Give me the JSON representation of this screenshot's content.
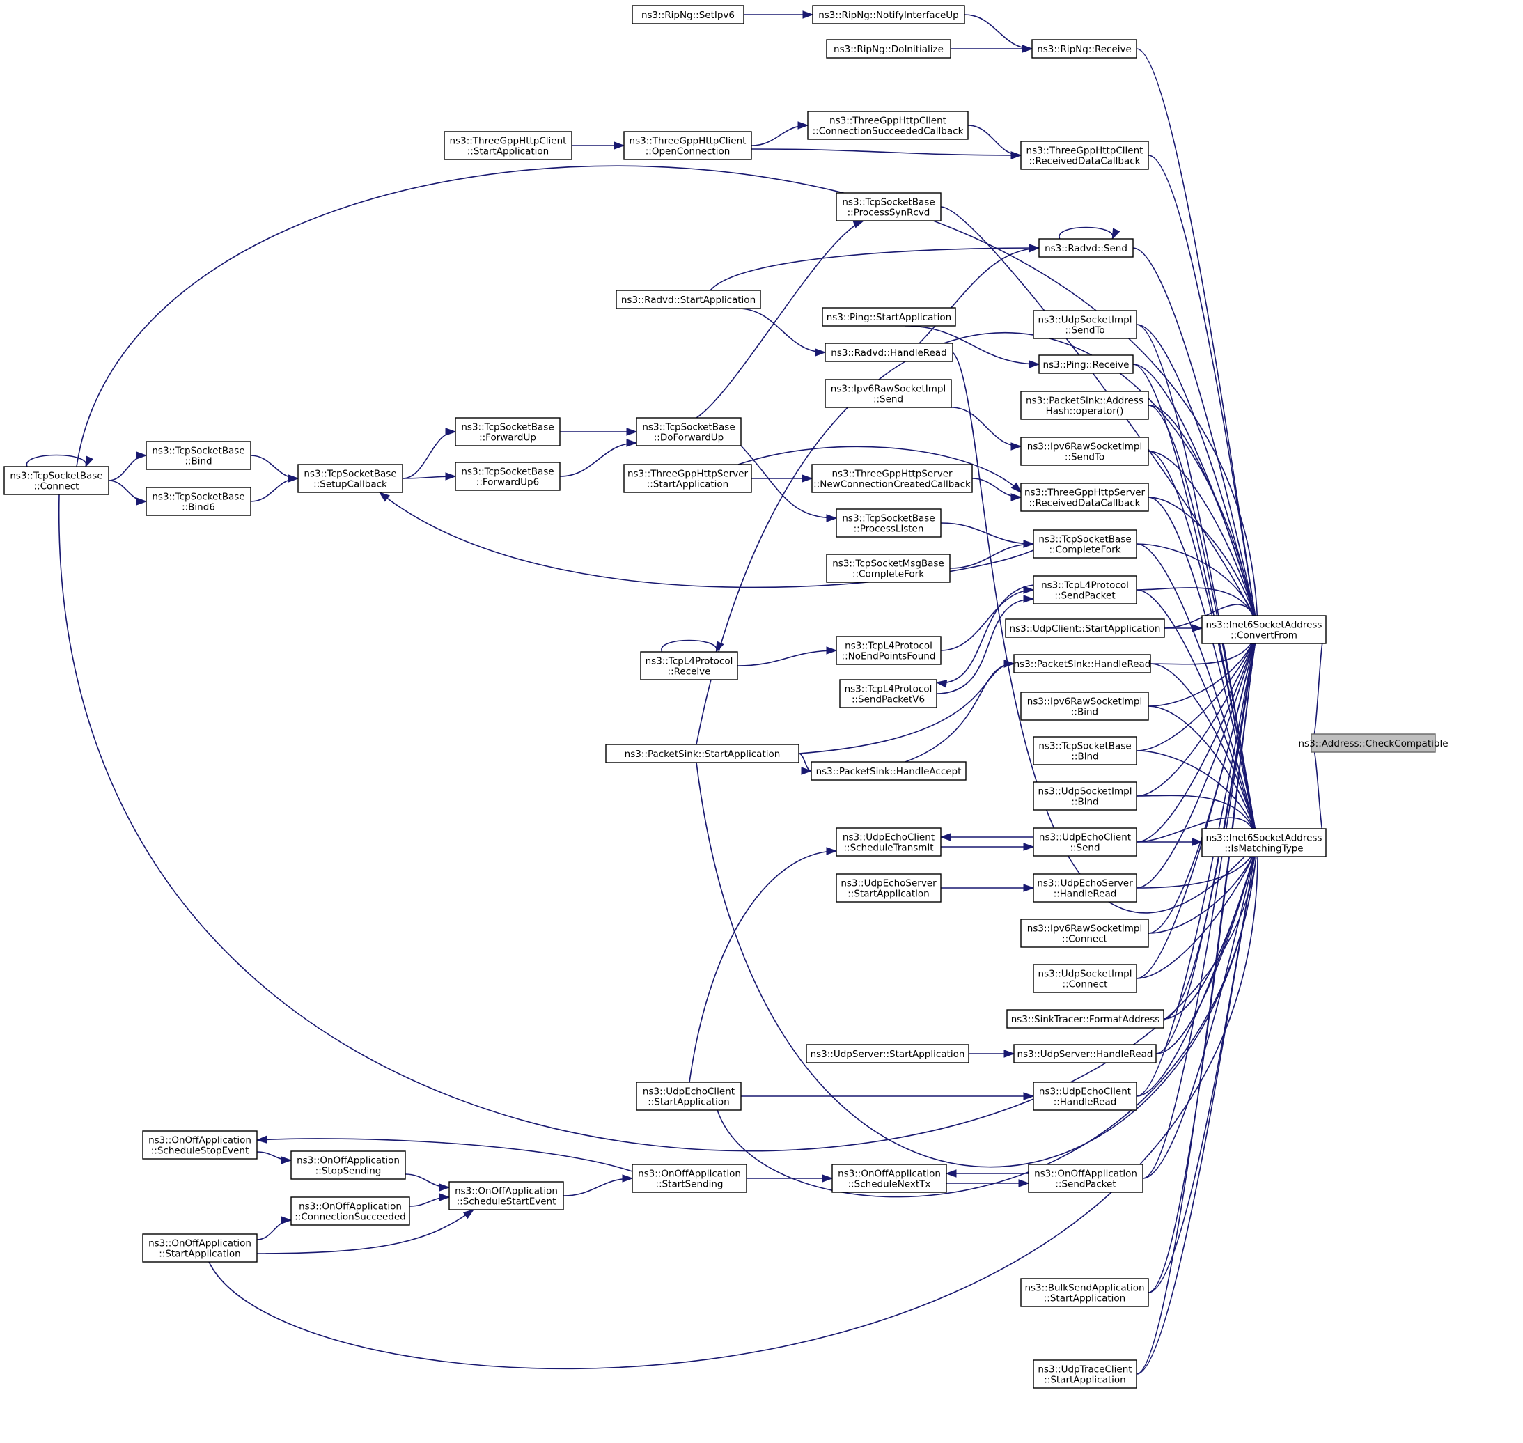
{
  "diagram": {
    "target": "cc",
    "nodes": [
      {
        "id": "cc",
        "lines": [
          "ns3::Address::CheckCompatible"
        ],
        "highlight": true
      },
      {
        "id": "cf",
        "lines": [
          "ns3::Inet6SocketAddress",
          "::ConvertFrom"
        ]
      },
      {
        "id": "im",
        "lines": [
          "ns3::Inet6SocketAddress",
          "::IsMatchingType"
        ]
      },
      {
        "id": "ripSetIpv6",
        "lines": [
          "ns3::RipNg::SetIpv6"
        ]
      },
      {
        "id": "ripNotify",
        "lines": [
          "ns3::RipNg::NotifyInterfaceUp"
        ]
      },
      {
        "id": "ripDoInit",
        "lines": [
          "ns3::RipNg::DoInitialize"
        ]
      },
      {
        "id": "ripRecv",
        "lines": [
          "ns3::RipNg::Receive"
        ]
      },
      {
        "id": "hcStart",
        "lines": [
          "ns3::ThreeGppHttpClient",
          "::StartApplication"
        ]
      },
      {
        "id": "hcOpen",
        "lines": [
          "ns3::ThreeGppHttpClient",
          "::OpenConnection"
        ]
      },
      {
        "id": "hcConnOk",
        "lines": [
          "ns3::ThreeGppHttpClient",
          "::ConnectionSucceededCallback"
        ]
      },
      {
        "id": "hcRecvData",
        "lines": [
          "ns3::ThreeGppHttpClient",
          "::ReceivedDataCallback"
        ]
      },
      {
        "id": "tcpSynRcvd",
        "lines": [
          "ns3::TcpSocketBase",
          "::ProcessSynRcvd"
        ]
      },
      {
        "id": "radvdSend",
        "lines": [
          "ns3::Radvd::Send"
        ]
      },
      {
        "id": "radvdStart",
        "lines": [
          "ns3::Radvd::StartApplication"
        ]
      },
      {
        "id": "pingStart",
        "lines": [
          "ns3::Ping::StartApplication"
        ]
      },
      {
        "id": "udpSendTo",
        "lines": [
          "ns3::UdpSocketImpl",
          "::SendTo"
        ]
      },
      {
        "id": "radvdRead",
        "lines": [
          "ns3::Radvd::HandleRead"
        ]
      },
      {
        "id": "pingRecv",
        "lines": [
          "ns3::Ping::Receive"
        ]
      },
      {
        "id": "rawSend",
        "lines": [
          "ns3::Ipv6RawSocketImpl",
          "::Send"
        ]
      },
      {
        "id": "sinkHash",
        "lines": [
          "ns3::PacketSink::Address",
          "Hash::operator()"
        ]
      },
      {
        "id": "tcpFwdUp",
        "lines": [
          "ns3::TcpSocketBase",
          "::ForwardUp"
        ]
      },
      {
        "id": "tcpDoFwd",
        "lines": [
          "ns3::TcpSocketBase",
          "::DoForwardUp"
        ]
      },
      {
        "id": "rawSendTo",
        "lines": [
          "ns3::Ipv6RawSocketImpl",
          "::SendTo"
        ]
      },
      {
        "id": "tcpConnect",
        "lines": [
          "ns3::TcpSocketBase",
          "::Connect"
        ]
      },
      {
        "id": "tcpBind",
        "lines": [
          "ns3::TcpSocketBase",
          "::Bind"
        ]
      },
      {
        "id": "tcpSetupCb",
        "lines": [
          "ns3::TcpSocketBase",
          "::SetupCallback"
        ]
      },
      {
        "id": "tcpBind6",
        "lines": [
          "ns3::TcpSocketBase",
          "::Bind6"
        ]
      },
      {
        "id": "tcpFwdUp6",
        "lines": [
          "ns3::TcpSocketBase",
          "::ForwardUp6"
        ]
      },
      {
        "id": "hsStart",
        "lines": [
          "ns3::ThreeGppHttpServer",
          "::StartApplication"
        ]
      },
      {
        "id": "hsNewConn",
        "lines": [
          "ns3::ThreeGppHttpServer",
          "::NewConnectionCreatedCallback"
        ]
      },
      {
        "id": "hsRecvData",
        "lines": [
          "ns3::ThreeGppHttpServer",
          "::ReceivedDataCallback"
        ]
      },
      {
        "id": "tcpListen",
        "lines": [
          "ns3::TcpSocketBase",
          "::ProcessListen"
        ]
      },
      {
        "id": "tcpFork",
        "lines": [
          "ns3::TcpSocketBase",
          "::CompleteFork"
        ]
      },
      {
        "id": "msgFork",
        "lines": [
          "ns3::TcpSocketMsgBase",
          "::CompleteFork"
        ]
      },
      {
        "id": "l4Send",
        "lines": [
          "ns3::TcpL4Protocol",
          "::SendPacket"
        ]
      },
      {
        "id": "udpClientStart",
        "lines": [
          "ns3::UdpClient::StartApplication"
        ]
      },
      {
        "id": "l4Recv",
        "lines": [
          "ns3::TcpL4Protocol",
          "::Receive"
        ]
      },
      {
        "id": "l4NoEp",
        "lines": [
          "ns3::TcpL4Protocol",
          "::NoEndPointsFound"
        ]
      },
      {
        "id": "sinkRead",
        "lines": [
          "ns3::PacketSink::HandleRead"
        ]
      },
      {
        "id": "l4SendV6",
        "lines": [
          "ns3::TcpL4Protocol",
          "::SendPacketV6"
        ]
      },
      {
        "id": "rawBind",
        "lines": [
          "ns3::Ipv6RawSocketImpl",
          "::Bind"
        ]
      },
      {
        "id": "sinkStart",
        "lines": [
          "ns3::PacketSink::StartApplication"
        ]
      },
      {
        "id": "tcpBindR",
        "lines": [
          "ns3::TcpSocketBase",
          "::Bind"
        ]
      },
      {
        "id": "sinkAccept",
        "lines": [
          "ns3::PacketSink::HandleAccept"
        ]
      },
      {
        "id": "udpBind",
        "lines": [
          "ns3::UdpSocketImpl",
          "::Bind"
        ]
      },
      {
        "id": "echoSched",
        "lines": [
          "ns3::UdpEchoClient",
          "::ScheduleTransmit"
        ]
      },
      {
        "id": "echoSend",
        "lines": [
          "ns3::UdpEchoClient",
          "::Send"
        ]
      },
      {
        "id": "echoSrvStart",
        "lines": [
          "ns3::UdpEchoServer",
          "::StartApplication"
        ]
      },
      {
        "id": "echoSrvRead",
        "lines": [
          "ns3::UdpEchoServer",
          "::HandleRead"
        ]
      },
      {
        "id": "rawConnect",
        "lines": [
          "ns3::Ipv6RawSocketImpl",
          "::Connect"
        ]
      },
      {
        "id": "udpConnect",
        "lines": [
          "ns3::UdpSocketImpl",
          "::Connect"
        ]
      },
      {
        "id": "sinkTracer",
        "lines": [
          "ns3::SinkTracer::FormatAddress"
        ]
      },
      {
        "id": "udpSrvStart",
        "lines": [
          "ns3::UdpServer::StartApplication"
        ]
      },
      {
        "id": "udpSrvRead",
        "lines": [
          "ns3::UdpServer::HandleRead"
        ]
      },
      {
        "id": "echoStart",
        "lines": [
          "ns3::UdpEchoClient",
          "::StartApplication"
        ]
      },
      {
        "id": "echoRead",
        "lines": [
          "ns3::UdpEchoClient",
          "::HandleRead"
        ]
      },
      {
        "id": "ooStopEvt",
        "lines": [
          "ns3::OnOffApplication",
          "::ScheduleStopEvent"
        ]
      },
      {
        "id": "ooStopSend",
        "lines": [
          "ns3::OnOffApplication",
          "::StopSending"
        ]
      },
      {
        "id": "ooStartSend",
        "lines": [
          "ns3::OnOffApplication",
          "::StartSending"
        ]
      },
      {
        "id": "ooNextTx",
        "lines": [
          "ns3::OnOffApplication",
          "::ScheduleNextTx"
        ]
      },
      {
        "id": "ooSendPkt",
        "lines": [
          "ns3::OnOffApplication",
          "::SendPacket"
        ]
      },
      {
        "id": "ooConnOk",
        "lines": [
          "ns3::OnOffApplication",
          "::ConnectionSucceeded"
        ]
      },
      {
        "id": "ooStartEvt",
        "lines": [
          "ns3::OnOffApplication",
          "::ScheduleStartEvent"
        ]
      },
      {
        "id": "ooStart",
        "lines": [
          "ns3::OnOffApplication",
          "::StartApplication"
        ]
      },
      {
        "id": "bulkStart",
        "lines": [
          "ns3::BulkSendApplication",
          "::StartApplication"
        ]
      },
      {
        "id": "traceStart",
        "lines": [
          "ns3::UdpTraceClient",
          "::StartApplication"
        ]
      }
    ]
  }
}
